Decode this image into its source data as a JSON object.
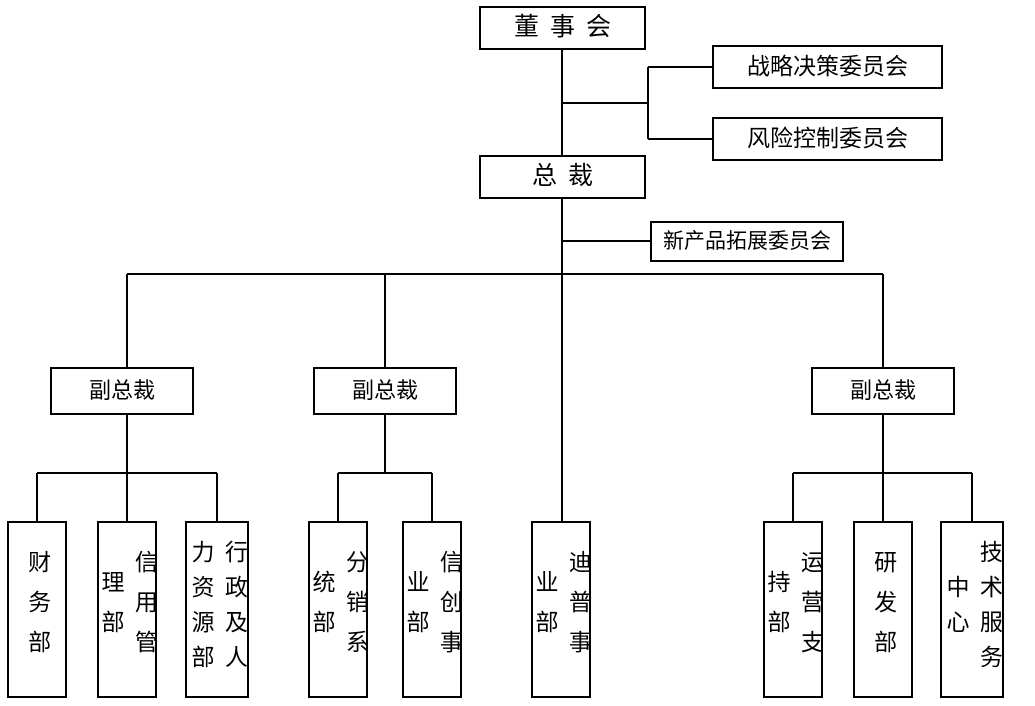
{
  "diagram": {
    "type": "org-chart",
    "title": "",
    "line_color": "#000000",
    "box_border_color": "#000000",
    "background": "#ffffff",
    "nodes": {
      "board": {
        "label": "董事会",
        "level": "board"
      },
      "strategy_committee": {
        "label": "战略决策委员会",
        "level": "committee"
      },
      "risk_committee": {
        "label": "风险控制委员会",
        "level": "committee"
      },
      "president": {
        "label": "总裁",
        "level": "executive"
      },
      "new_product_committee": {
        "label": "新产品拓展委员会",
        "level": "committee"
      },
      "vp1": {
        "label": "副总裁",
        "level": "vice-president"
      },
      "vp2": {
        "label": "副总裁",
        "level": "vice-president"
      },
      "vp3": {
        "label": "副总裁",
        "level": "vice-president"
      },
      "dept_finance": {
        "label": "财务部",
        "level": "department"
      },
      "dept_credit": {
        "label": "信用管理部",
        "level": "department"
      },
      "dept_hr": {
        "label": "行政及人力资源部",
        "level": "department"
      },
      "dept_distribution": {
        "label": "分销系统部",
        "level": "department"
      },
      "dept_xinchuang": {
        "label": "信创事业部",
        "level": "department"
      },
      "dept_dptech": {
        "label": "迪普事业部",
        "level": "department"
      },
      "dept_operations": {
        "label": "运营支持部",
        "level": "department"
      },
      "dept_rnd": {
        "label": "研发部",
        "level": "department"
      },
      "dept_tech_service": {
        "label": "技术服务中心",
        "level": "department"
      }
    }
  }
}
